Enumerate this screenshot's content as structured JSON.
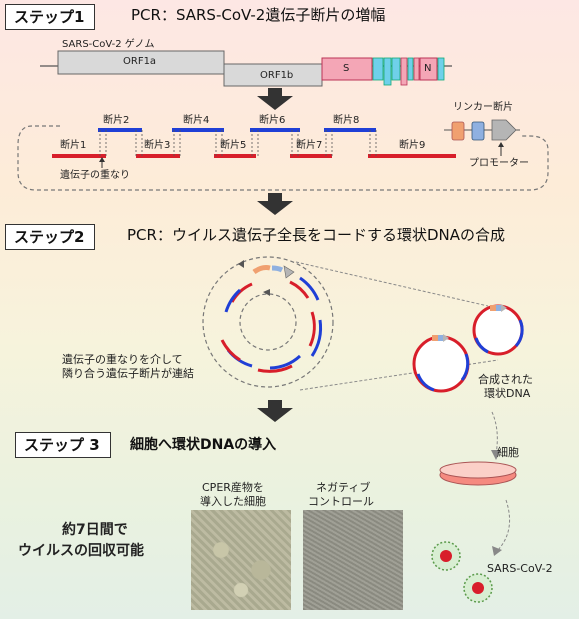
{
  "step1": {
    "label": "ステップ1",
    "title": "PCR：SARS-CoV-2遺伝子断片の増幅",
    "genome_label": "SARS-CoV-2 ゲノム",
    "orf1a": "ORF1a",
    "orf1b": "ORF1b",
    "s": "S",
    "n": "N",
    "fragments": [
      "断片1",
      "断片2",
      "断片3",
      "断片4",
      "断片5",
      "断片6",
      "断片7",
      "断片8",
      "断片9"
    ],
    "linker": "リンカー断片",
    "promoter": "プロモーター",
    "overlap": "遺伝子の重なり"
  },
  "step2": {
    "label": "ステップ2",
    "title": "PCR：ウイルス遺伝子全長をコードする環状DNAの合成",
    "overlap_text_1": "遺伝子の重なりを介して",
    "overlap_text_2": "隣り合う遺伝子断片が連結",
    "circular_1": "合成された",
    "circular_2": "環状DNA"
  },
  "step3": {
    "label": "ステップ 3",
    "title": "細胞へ環状DNAの導入",
    "cell_label": "細胞",
    "cper_1": "CPER産物を",
    "cper_2": "導入した細胞",
    "neg_1": "ネガティブ",
    "neg_2": "コントロール",
    "recovery_1": "約7日間で",
    "recovery_2": "ウイルスの回収可能",
    "virus": "SARS-CoV-2"
  },
  "colors": {
    "red": "#d81e2a",
    "blue": "#1f3fd6",
    "pink": "#f4a6b6",
    "cyan": "#6fd0ea",
    "orange": "#f0a070",
    "lightblue": "#8fb0e0",
    "gray": "#b5b5b5"
  }
}
